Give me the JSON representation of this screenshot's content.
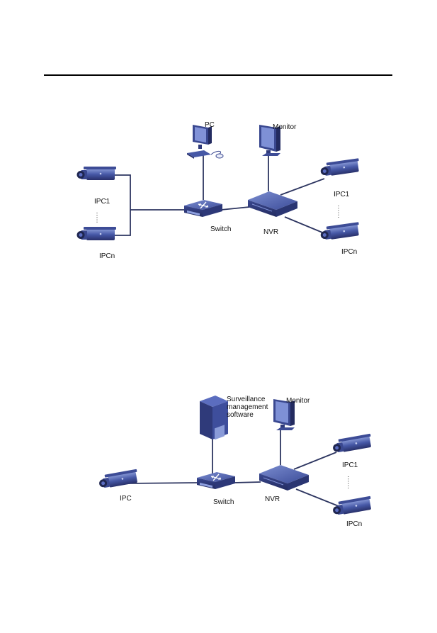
{
  "diagram_top": {
    "labels": {
      "pc": "PC",
      "monitor": "Monitor",
      "switch": "Switch",
      "nvr": "NVR",
      "left_ipc1": "IPC1",
      "left_ipcn": "IPCn",
      "right_ipc1": "IPC1",
      "right_ipcn": "IPCn"
    }
  },
  "diagram_bottom": {
    "labels": {
      "software_line1": "Surveillance",
      "software_line2": "management",
      "software_line3": "software",
      "monitor": "Monitor",
      "switch": "Switch",
      "nvr": "NVR",
      "left_ipc": "IPC",
      "right_ipc1": "IPC1",
      "right_ipcn": "IPCn"
    }
  },
  "colors": {
    "device_dark": "#2f3a7a",
    "device_mid": "#4658a6",
    "device_light": "#8a9bd8",
    "wire": "#2d3560"
  },
  "icons": [
    "camera-icon",
    "switch-icon",
    "nvr-icon",
    "pc-icon",
    "monitor-icon",
    "server-icon"
  ]
}
